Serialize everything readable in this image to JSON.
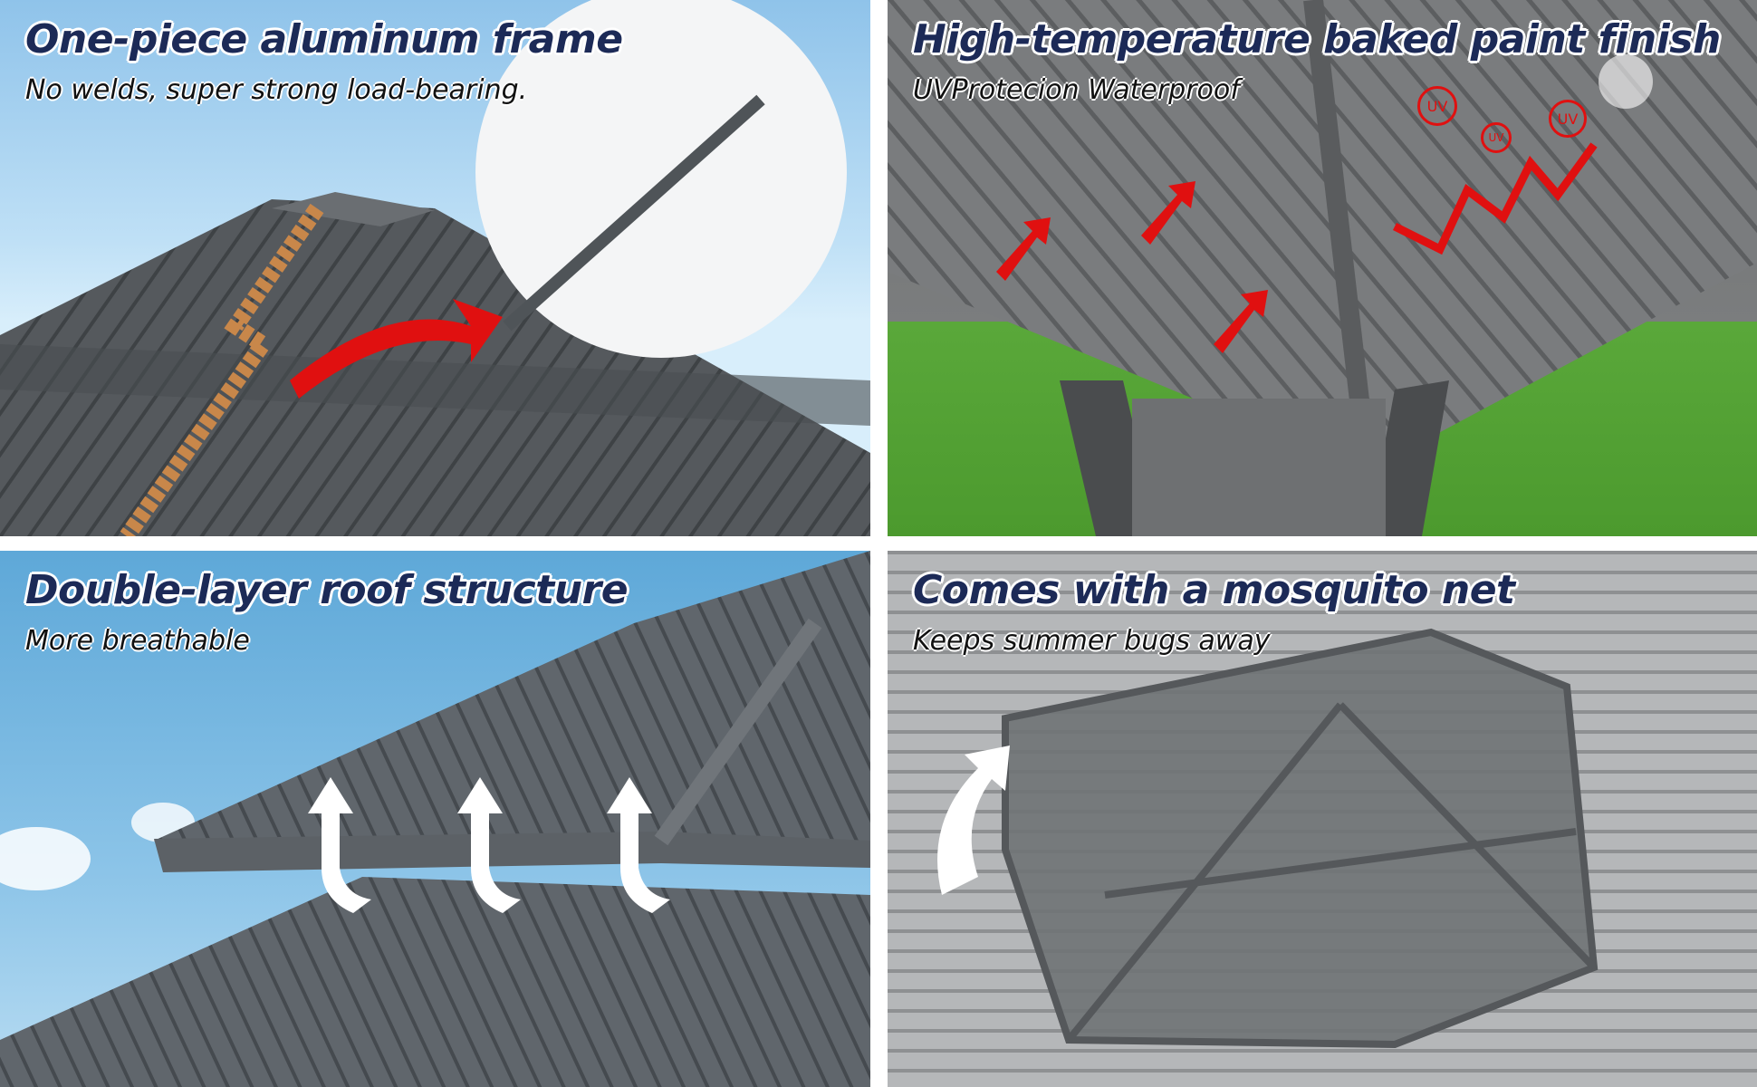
{
  "panels": [
    {
      "title": "One-piece aluminum frame",
      "subtitle": "No welds, super strong load-bearing."
    },
    {
      "title": "High-temperature baked paint finish",
      "subtitle": "UVProtecion  Waterproof",
      "badges": [
        "UV",
        "UV",
        "UV"
      ]
    },
    {
      "title": "Double-layer roof structure",
      "subtitle": "More breathable"
    },
    {
      "title": "Comes with a mosquito net",
      "subtitle": "Keeps summer bugs away"
    }
  ],
  "colors": {
    "title": "#1c2a57",
    "arrow": "#e01010",
    "roof": "#5c6064"
  }
}
